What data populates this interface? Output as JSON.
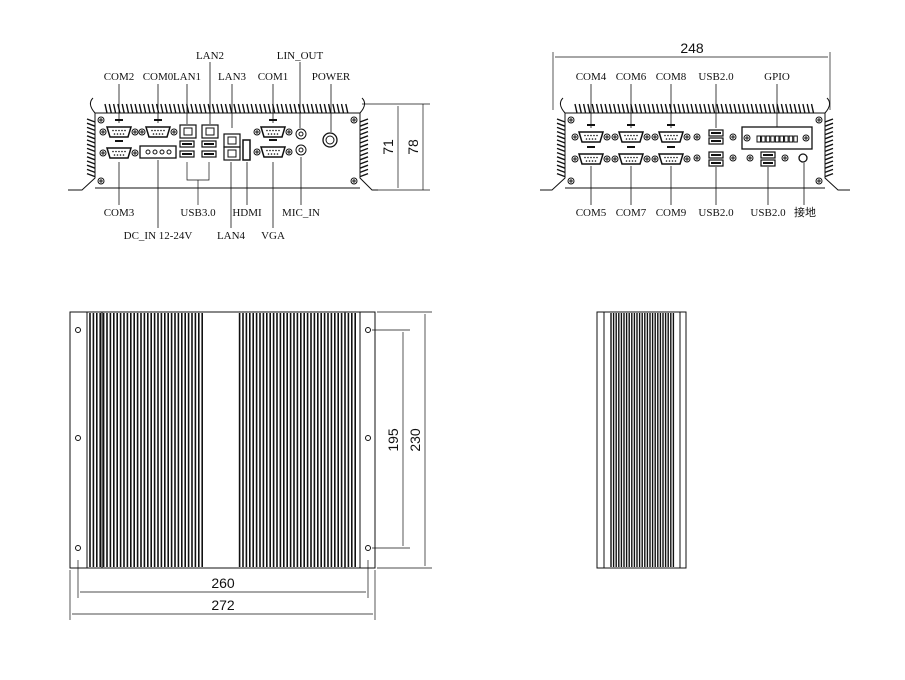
{
  "front_panel": {
    "top_labels": [
      "COM2",
      "COM0",
      "LAN1",
      "LAN2",
      "LAN3",
      "COM1",
      "LIN_OUT",
      "POWER"
    ],
    "bottom_labels": [
      "COM3",
      "DC_IN 12-24V",
      "USB3.0",
      "HDMI",
      "LAN4",
      "VGA",
      "MIC_IN"
    ],
    "height_inner": "71",
    "height_outer": "78"
  },
  "rear_panel": {
    "width": "248",
    "top_labels": [
      "COM4",
      "COM6",
      "COM8",
      "USB2.0",
      "GPIO"
    ],
    "bottom_labels": [
      "COM5",
      "COM7",
      "COM9",
      "USB2.0",
      "USB2.0",
      "接地"
    ]
  },
  "top_view": {
    "hole_spacing_depth": "195",
    "depth": "230",
    "hole_spacing_width": "260",
    "width": "272"
  },
  "colors": {
    "line": "#111111",
    "background": "#ffffff"
  }
}
